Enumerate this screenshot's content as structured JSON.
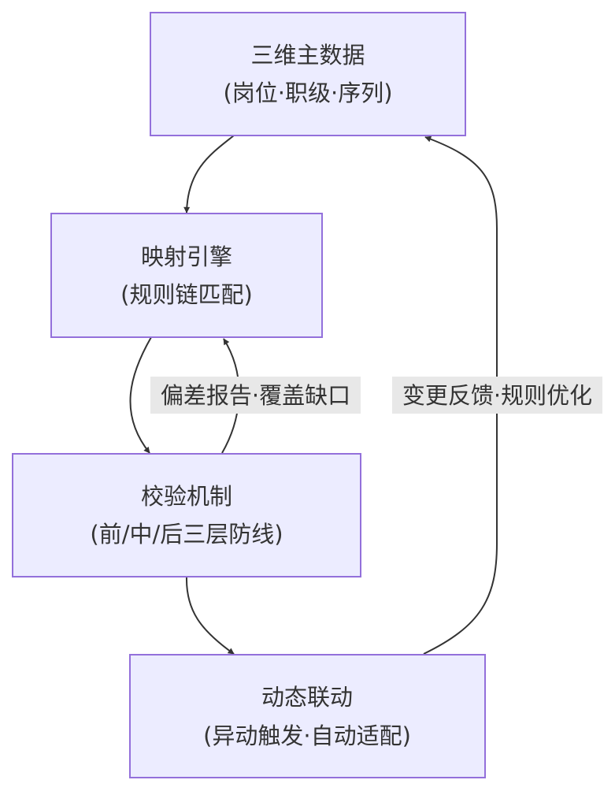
{
  "diagram": {
    "type": "flowchart",
    "nodes": [
      {
        "id": "master",
        "line1": "三维主数据",
        "line2": "(岗位·职级·序列)"
      },
      {
        "id": "mapping",
        "line1": "映射引擎",
        "line2": "(规则链匹配)"
      },
      {
        "id": "validate",
        "line1": "校验机制",
        "line2": "(前/中/后三层防线)"
      },
      {
        "id": "linkage",
        "line1": "动态联动",
        "line2": "(异动触发·自动适配)"
      }
    ],
    "edges": [
      {
        "from": "master",
        "to": "mapping",
        "label": ""
      },
      {
        "from": "mapping",
        "to": "validate",
        "label": ""
      },
      {
        "from": "validate",
        "to": "mapping",
        "label": "偏差报告·覆盖缺口"
      },
      {
        "from": "validate",
        "to": "linkage",
        "label": ""
      },
      {
        "from": "linkage",
        "to": "master",
        "label": "变更反馈·规则优化"
      }
    ],
    "colors": {
      "node_fill": "#ECECFF",
      "node_stroke": "#9370DB",
      "edge": "#333333",
      "label_bg": "#E8E8E8",
      "text": "#333333"
    }
  }
}
